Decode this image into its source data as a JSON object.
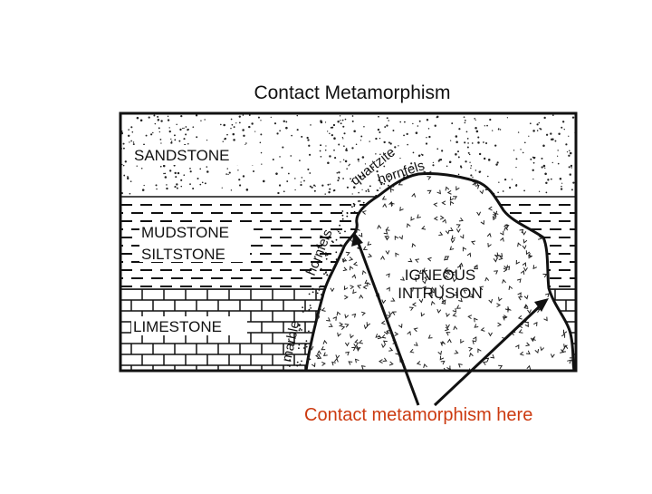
{
  "diagram": {
    "title": "Contact Metamorphism",
    "layers": {
      "sandstone": "SANDSTONE",
      "mudstone": "MUDSTONE",
      "siltstone": "SILTSTONE",
      "limestone": "LIMESTONE"
    },
    "intrusion": {
      "line1": "IGNEOUS",
      "line2": "INTRUSION"
    },
    "aureole": {
      "quartzite": "quartzite",
      "hornfels_top": "hornfels",
      "hornfels_side": "hornfels",
      "marble": "marble"
    }
  },
  "caption": "Contact metamorphism here",
  "colors": {
    "caption": "#cc3a10",
    "ink": "#111111"
  }
}
